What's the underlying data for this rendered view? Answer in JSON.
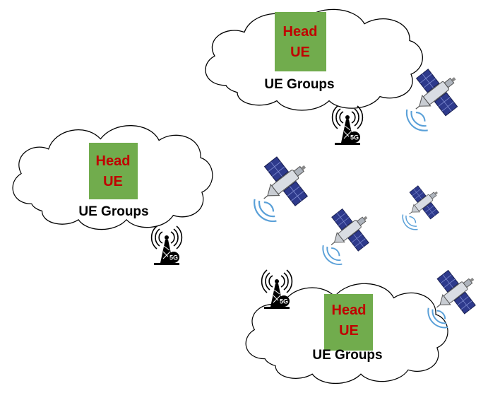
{
  "colors": {
    "head_box_fill": "#71ac4d",
    "head_text": "#c00000",
    "cloud_fill": "#ffffff",
    "cloud_stroke": "#000000",
    "satellite_panel": "#2e3a8c",
    "satellite_body": "#d9dde3",
    "signal_arcs": "#5aa0d8"
  },
  "clusters": [
    {
      "head_line1": "Head",
      "head_line2": "UE",
      "group_label": "UE Groups"
    },
    {
      "head_line1": "Head",
      "head_line2": "UE",
      "group_label": "UE Groups"
    },
    {
      "head_line1": "Head",
      "head_line2": "UE",
      "group_label": "UE Groups"
    }
  ],
  "tower": {
    "badge": "5G",
    "icon": "cell-tower-5g-icon"
  },
  "satellite": {
    "icon": "satellite-icon"
  }
}
